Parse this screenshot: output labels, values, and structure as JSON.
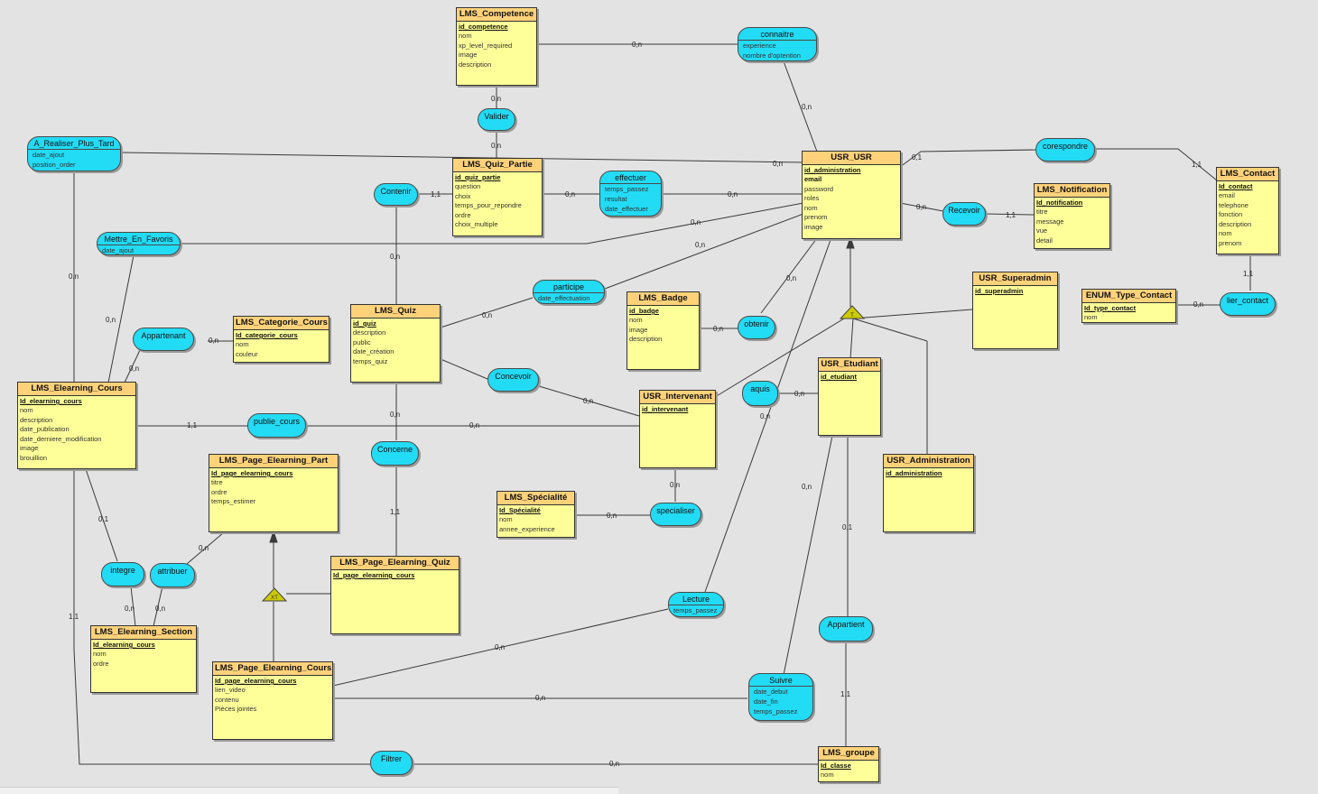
{
  "entities": {
    "competence": {
      "name": "LMS_Competence",
      "key": "id_competence",
      "attrs": [
        "nom",
        "xp_level_required",
        "image",
        "description"
      ]
    },
    "quiz_partie": {
      "name": "LMS_Quiz_Partie",
      "key": "id_quiz_partie",
      "attrs": [
        "question",
        "choix",
        "temps_pour_repondre",
        "ordre",
        "choix_multiple"
      ]
    },
    "usr": {
      "name": "USR_USR",
      "key": "id_administration",
      "attrs": [
        "email",
        "password",
        "roles",
        "nom",
        "prenom",
        "image"
      ]
    },
    "notification": {
      "name": "LMS_Notification",
      "key": "Id_notification",
      "attrs": [
        "titre",
        "message",
        "vue",
        "detail"
      ]
    },
    "contact": {
      "name": "LMS_Contact",
      "key": "Id_contact",
      "attrs": [
        "email",
        "telephone",
        "fonction",
        "description",
        "nom",
        "prenom"
      ]
    },
    "superadmin": {
      "name": "USR_Superadmin",
      "key": "id_superadmin",
      "attrs": []
    },
    "enum_contact": {
      "name": "ENUM_Type_Contact",
      "key": "Id_type_contact",
      "attrs": [
        "nom"
      ]
    },
    "categorie": {
      "name": "LMS_Categorie_Cours",
      "key": "Id_categorie_cours",
      "attrs": [
        "nom",
        "couleur"
      ]
    },
    "quiz": {
      "name": "LMS_Quiz",
      "key": "id_quiz",
      "attrs": [
        "description",
        "public",
        "date_création",
        "temps_quiz"
      ]
    },
    "badge": {
      "name": "LMS_Badge",
      "key": "id_badge",
      "attrs": [
        "nom",
        "image",
        "description"
      ]
    },
    "etudiant": {
      "name": "USR_Etudiant",
      "key": "id_etudiant",
      "attrs": []
    },
    "cours": {
      "name": "LMS_Elearning_Cours",
      "key": "Id_elearning_cours",
      "attrs": [
        "nom",
        "description",
        "date_publication",
        "date_derniere_modification",
        "image",
        "brouillion"
      ]
    },
    "intervenant": {
      "name": "USR_Intervenant",
      "key": "id_intervenant",
      "attrs": []
    },
    "administration": {
      "name": "USR_Administration",
      "key": "id_administration",
      "attrs": []
    },
    "page_part": {
      "name": "LMS_Page_Elearning_Part",
      "key": "Id_page_elearning_cours",
      "attrs": [
        "titre",
        "ordre",
        "temps_estimer"
      ]
    },
    "specialite": {
      "name": "LMS_Spécialité",
      "key": "Id_Spécialité",
      "attrs": [
        "nom",
        "annee_experience"
      ]
    },
    "page_quiz": {
      "name": "LMS_Page_Elearning_Quiz",
      "key": "Id_page_elearning_cours",
      "attrs": []
    },
    "section": {
      "name": "LMS_Elearning_Section",
      "key": "Id_elearning_cours",
      "attrs": [
        "nom",
        "ordre"
      ]
    },
    "page_cours": {
      "name": "LMS_Page_Elearning_Cours",
      "key": "Id_page_elearning_cours",
      "attrs": [
        "lien_video",
        "contenu",
        "Pièces jointes"
      ]
    },
    "groupe": {
      "name": "LMS_groupe",
      "key": "Id_classe",
      "attrs": [
        "nom"
      ]
    }
  },
  "associations": {
    "connaitre": {
      "name": "connaitre",
      "attrs": [
        "experience",
        "nombre d'optention"
      ]
    },
    "valider": {
      "name": "Valider",
      "attrs": []
    },
    "a_realiser": {
      "name": "A_Realiser_Plus_Tard",
      "attrs": [
        "date_ajout",
        "position_order"
      ]
    },
    "effectuer": {
      "name": "effectuer",
      "attrs": [
        "temps_passez",
        "resultat",
        "date_effectuer"
      ]
    },
    "contenir": {
      "name": "Contenir",
      "attrs": []
    },
    "corespondre": {
      "name": "corespondre",
      "attrs": []
    },
    "recevoir": {
      "name": "Recevoir",
      "attrs": []
    },
    "favoris": {
      "name": "Mettre_En_Favoris",
      "attrs": [
        "date_ajout"
      ]
    },
    "participe": {
      "name": "participe",
      "attrs": [
        "date_effectuation"
      ]
    },
    "obtenir": {
      "name": "obtenir",
      "attrs": []
    },
    "lier_contact": {
      "name": "lier_contact",
      "attrs": []
    },
    "appartenant": {
      "name": "Appartenant",
      "attrs": []
    },
    "concevoir": {
      "name": "Concevoir",
      "attrs": []
    },
    "aquis": {
      "name": "aquis",
      "attrs": []
    },
    "publie_cours": {
      "name": "publie_cours",
      "attrs": []
    },
    "concerne": {
      "name": "Concerne",
      "attrs": []
    },
    "specialiser": {
      "name": "specialiser",
      "attrs": []
    },
    "integre": {
      "name": "integre",
      "attrs": []
    },
    "attribuer": {
      "name": "attribuer",
      "attrs": []
    },
    "lecture": {
      "name": "Lecture",
      "attrs": [
        "temps_passez"
      ]
    },
    "appartient": {
      "name": "Appartient",
      "attrs": []
    },
    "suivre": {
      "name": "Suivre",
      "attrs": [
        "date_debut",
        "date_fin",
        "temps_passez"
      ]
    },
    "filtrer": {
      "name": "Filtrer",
      "attrs": []
    }
  },
  "inheritance": {
    "usr_marker": "T",
    "page_marker": "XT"
  },
  "colors": {
    "background": "#e3e3e3",
    "entity_fill": "#ffff99",
    "entity_header": "#ffd27a",
    "association_fill": "#22dbf5",
    "inheritance_marker": "#cccc00"
  },
  "cardinalities": [
    {
      "text": "0,n"
    },
    {
      "text": "0,n"
    },
    {
      "text": "0,n"
    },
    {
      "text": "0,n"
    },
    {
      "text": "0,n"
    },
    {
      "text": "0,1"
    },
    {
      "text": "1,1"
    },
    {
      "text": "1,1"
    },
    {
      "text": "0,n"
    },
    {
      "text": "0,n"
    },
    {
      "text": "0,n"
    },
    {
      "text": "1,1"
    },
    {
      "text": "0,n"
    },
    {
      "text": "0,n"
    },
    {
      "text": "0,n"
    },
    {
      "text": "0,n"
    },
    {
      "text": "0,n"
    },
    {
      "text": "1,1"
    },
    {
      "text": "0,n"
    },
    {
      "text": "0,n"
    },
    {
      "text": "0,n"
    },
    {
      "text": "0,n"
    },
    {
      "text": "0,n"
    },
    {
      "text": "0,n"
    },
    {
      "text": "0,n"
    },
    {
      "text": "0,n"
    },
    {
      "text": "0,n"
    },
    {
      "text": "1,1"
    },
    {
      "text": "0,n"
    },
    {
      "text": "0,n"
    },
    {
      "text": "0,n"
    },
    {
      "text": "0,n"
    },
    {
      "text": "1,1"
    },
    {
      "text": "0,n"
    },
    {
      "text": "0,1"
    },
    {
      "text": "0,1"
    },
    {
      "text": "0,n"
    },
    {
      "text": "0,n"
    },
    {
      "text": "0,n"
    },
    {
      "text": "1,1"
    },
    {
      "text": "0,n"
    },
    {
      "text": "1,1"
    },
    {
      "text": "0,n"
    },
    {
      "text": "0,n"
    },
    {
      "text": "0,n"
    },
    {
      "text": "1,1"
    },
    {
      "text": "0,n"
    },
    {
      "text": "0,n"
    },
    {
      "text": "0,n"
    },
    {
      "text": "0,n"
    },
    {
      "text": "0,n"
    }
  ]
}
